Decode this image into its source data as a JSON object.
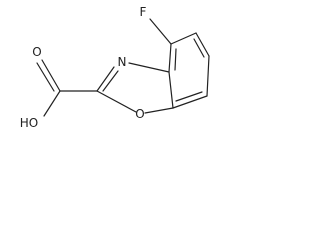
{
  "structure": {
    "atoms": {
      "fluorine": "F",
      "nitrogen": "N",
      "ring_oxygen": "O",
      "carbonyl_oxygen": "O",
      "hydroxyl": "HO"
    }
  }
}
